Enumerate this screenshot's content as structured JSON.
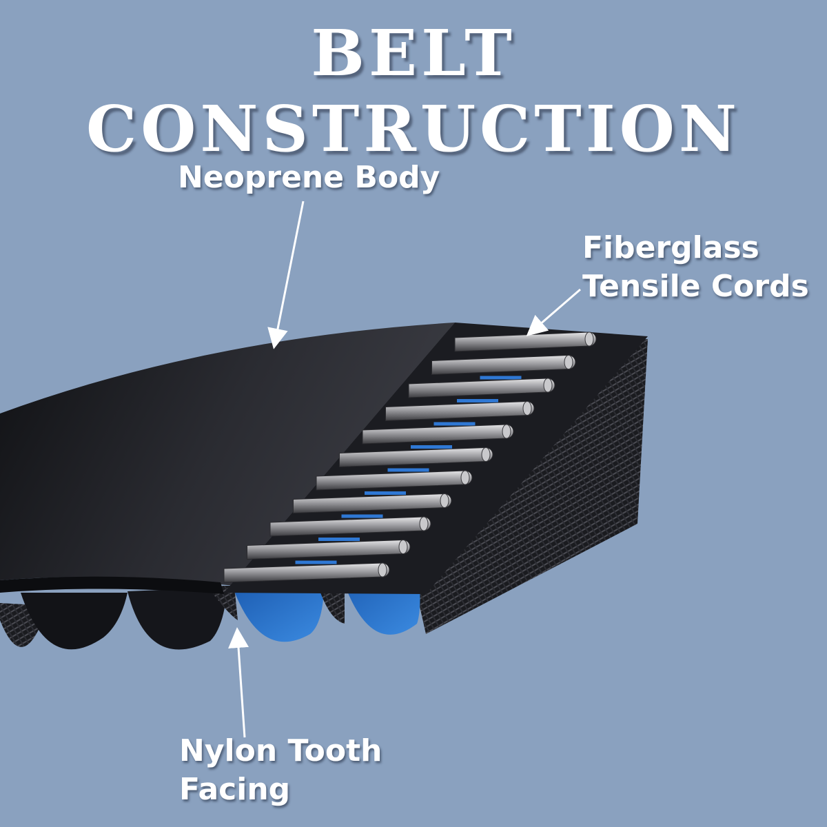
{
  "title": "BELT CONSTRUCTION",
  "labels": {
    "neoprene_body": "Neoprene Body",
    "fiberglass_line1": "Fiberglass",
    "fiberglass_line2": "Tensile Cords",
    "nylon_line1": "Nylon Tooth",
    "nylon_line2": "Facing"
  },
  "colors": {
    "background": "#8aa1bf",
    "belt_body": "#1c1d22",
    "nylon_facing": "#2f78d4",
    "cord": "#a7a7a9",
    "text": "#ffffff"
  }
}
